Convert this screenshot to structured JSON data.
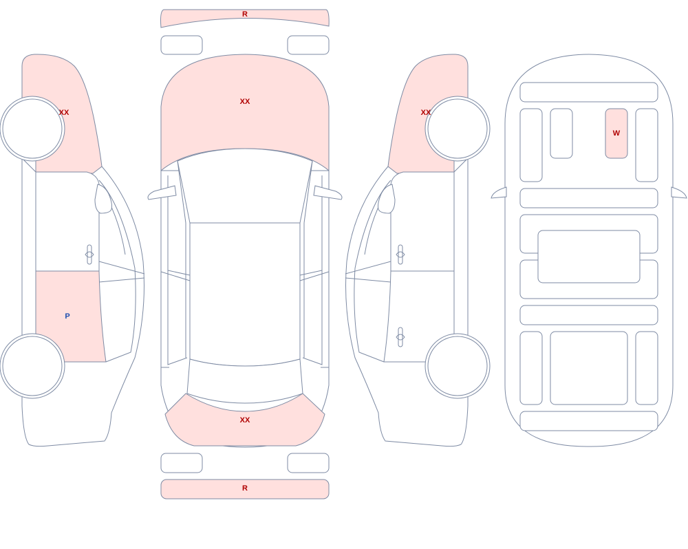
{
  "colors": {
    "outline": "#7d8aa3",
    "damage_fill": "#ffe0de",
    "damage_text": "#b00000",
    "paint_text": "#1f4fb0"
  },
  "labels": {
    "rear_bumper": "R",
    "front_bumper": "R",
    "hood": "XX",
    "trunk": "XX",
    "left_front_fender": "XX",
    "left_rear_door": "P",
    "right_front_fender": "XX",
    "underbody_panel": "W"
  },
  "panel_status": {
    "rear_bumper": "damaged",
    "front_bumper": "damaged",
    "hood": "damaged",
    "trunk": "damaged",
    "left_front_fender": "damaged",
    "left_rear_door": "damaged",
    "right_front_fender": "damaged",
    "underbody_panel": "damaged"
  }
}
